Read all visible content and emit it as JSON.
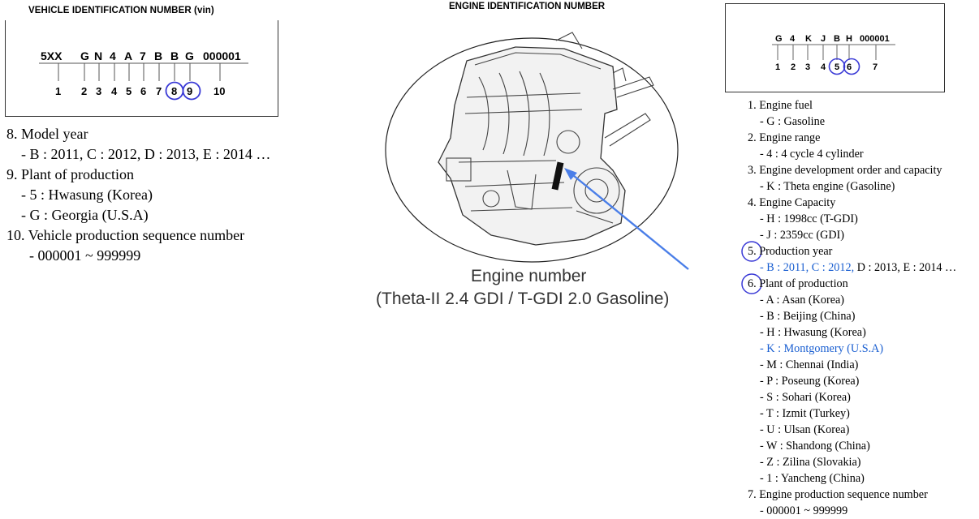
{
  "vin": {
    "title": "VEHICLE IDENTIFICATION NUMBER (vin)",
    "codes": [
      "5XX",
      "G",
      "N",
      "4",
      "A",
      "7",
      "B",
      "B",
      "G",
      "000001"
    ],
    "indexes": [
      "1",
      "2",
      "3",
      "4",
      "5",
      "6",
      "7",
      "8",
      "9",
      "10"
    ],
    "notes": {
      "model_year": "8. Model year",
      "model_year_values": "- B : 2011, C : 2012, D : 2013, E : 2014 …",
      "plant": "9. Plant of production",
      "plant_5": "- 5 : Hwasung (Korea)",
      "plant_g": "- G : Georgia (U.S.A)",
      "sequence": "10. Vehicle production sequence number",
      "sequence_range": "- 000001 ~ 999999"
    }
  },
  "engine": {
    "title": "ENGINE IDENTIFICATION NUMBER",
    "caption_1": "Engine number",
    "caption_2": "(Theta-II 2.4 GDI / T-GDI 2.0 Gasoline)",
    "codes": [
      "G",
      "4",
      "K",
      "J",
      "B",
      "H",
      "000001"
    ],
    "indexes": [
      "1",
      "2",
      "3",
      "4",
      "5",
      "6",
      "7"
    ],
    "notes": {
      "n1": "1. Engine fuel",
      "n1a": "- G : Gasoline",
      "n2": "2. Engine range",
      "n2a": "- 4 : 4 cycle 4 cylinder",
      "n3": "3. Engine development order and capacity",
      "n3a": "- K : Theta engine (Gasoline)",
      "n4": "4. Engine Capacity",
      "n4a": "- H : 1998cc (T-GDI)",
      "n4b": "- J : 2359cc (GDI)",
      "n5": "5. Production year",
      "n5a_blue": "- B : 2011, C : 2012,",
      "n5a_rest": " D : 2013, E : 2014 …",
      "n6": "6. Plant of production",
      "n6a": "- A : Asan (Korea)",
      "n6b": "- B : Beijing (China)",
      "n6c": "- H : Hwasung (Korea)",
      "n6d": "- K : Montgomery (U.S.A)",
      "n6e": "- M : Chennai (India)",
      "n6f": "- P : Poseung (Korea)",
      "n6g": "- S : Sohari (Korea)",
      "n6h": "- T : Izmit (Turkey)",
      "n6i": "- U : Ulsan (Korea)",
      "n6j": "- W : Shandong (China)",
      "n6k": "- Z : Zilina (Slovakia)",
      "n6l": "- 1 : Yancheng (China)",
      "n7": "7. Engine production sequence number",
      "n7a": "- 000001 ~ 999999"
    }
  },
  "colors": {
    "highlight": "#3a3ad6",
    "arrow": "#4a7ee8",
    "blue_text": "#1a5fd1"
  }
}
